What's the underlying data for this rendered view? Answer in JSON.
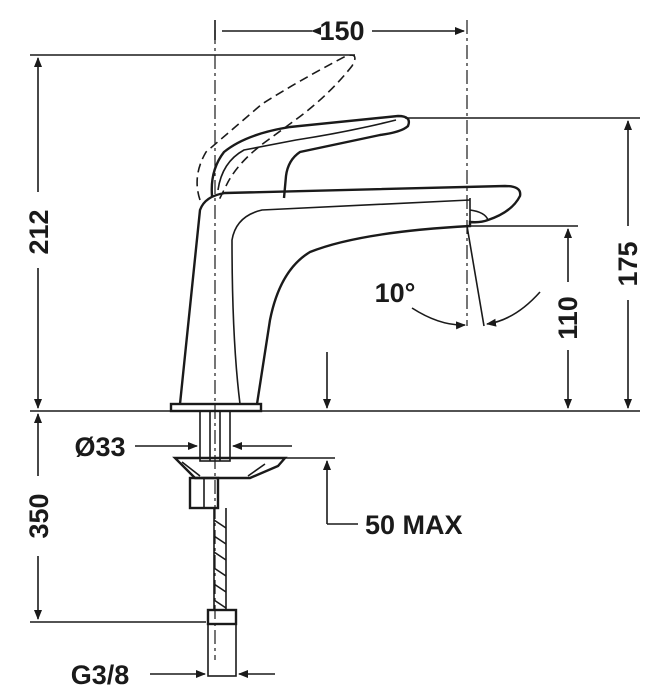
{
  "dimensions": {
    "width": "150",
    "height_total": "212",
    "height_handle": "175",
    "height_spout": "110",
    "angle": "10°",
    "hose_length": "350",
    "hole_diameter": "Ø33",
    "max_thickness": "50 MAX",
    "connection": "G3/8"
  },
  "colors": {
    "ink": "#1a1a1a",
    "background": "#ffffff"
  }
}
